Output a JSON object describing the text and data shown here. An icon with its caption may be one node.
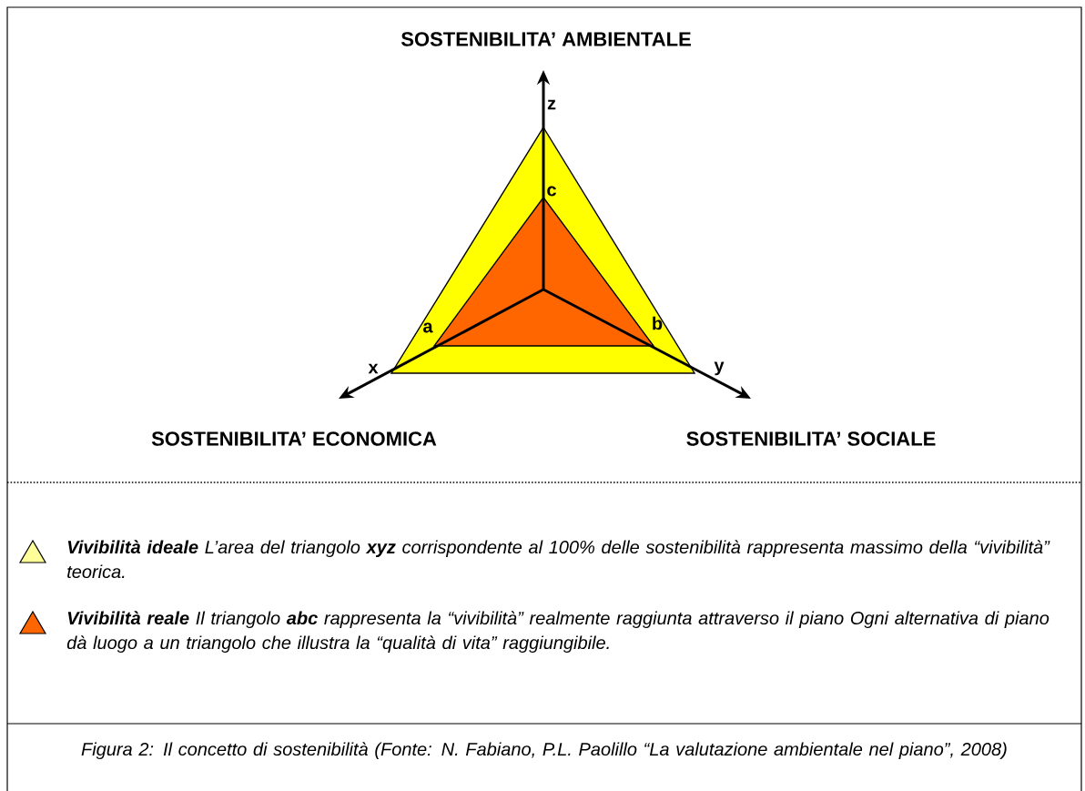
{
  "diagram": {
    "caption": "Figura 2: Il concetto di sostenibilità (Fonte: N. Fabiano, P.L. Paolillo “La valutazione ambientale nel piano”, 2008)",
    "labels": [
      "SOSTENIBILITA’ AMBIENTALE",
      "z",
      "c",
      "a",
      "b",
      "x",
      "y",
      "SOSTENIBILITA’ ECONOMICA",
      "SOSTENIBILITA’ SOCIALE"
    ],
    "legend": [
      {
        "text": "**Vivibilità ideale** L’area del triangolo **xyz** corrispondente al 100% delle sostenibilità rappresenta massimo della “vivibilità” teorica.",
        "color": "#ffff99"
      },
      {
        "text": "**Vivibilità reale**  Il triangolo **abc** rappresenta la “vivibilità” realmente raggiunta attraverso il piano Ogni alternativa di piano dà luogo a un triangolo che illustra la “qualità di vita” raggiungibile.",
        "color": "#ff6600"
      }
    ]
  }
}
